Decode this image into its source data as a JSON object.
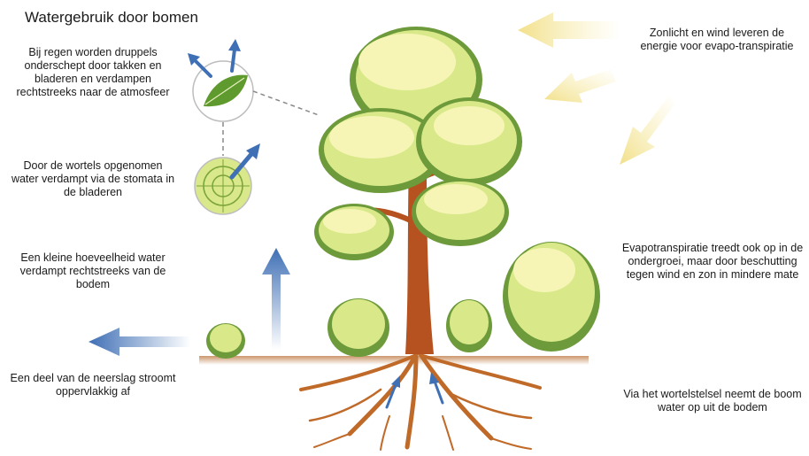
{
  "title": "Watergebruik door bomen",
  "labels": {
    "interception": "Bij regen worden druppels onderschept door takken en bladeren en verdampen rechtstreeks naar de atmosfeer",
    "roots_stomata": "Door de wortels opgenomen water verdampt via de stomata in de bladeren",
    "soil_evaporation": "Een kleine hoeveelheid water verdampt rechtstreeks van de bodem",
    "runoff": "Een deel van de neerslag stroomt oppervlakkig af",
    "sun_wind": "Zonlicht en wind leveren de energie voor evapo-transpiratie",
    "undergrowth": "Evapotranspiratie treedt ook op in de ondergroei, maar door beschutting tegen wind en zon in mindere mate",
    "root_uptake": "Via het wortelstelsel neemt de boom water op uit de bodem"
  },
  "colors": {
    "foliage_light": "#f6f5b6",
    "foliage_mid": "#d9e98a",
    "foliage_dark": "#6d9a3a",
    "trunk": "#b5521f",
    "root": "#c06a2a",
    "soil": "#c58a5a",
    "arrow_blue": "#3f6fb5",
    "sun_arrow": "#f7ecaa"
  }
}
